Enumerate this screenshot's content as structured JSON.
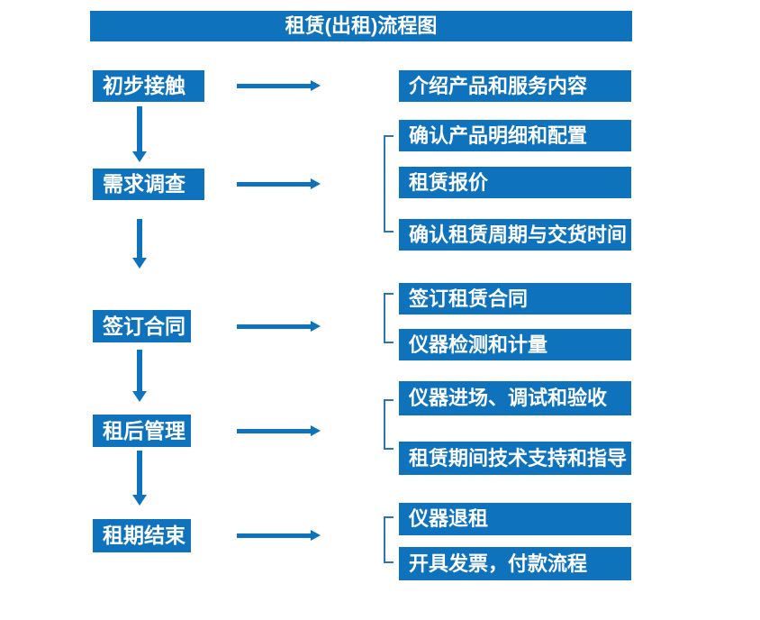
{
  "title": "租赁(出租)流程图",
  "colors": {
    "box_blue": "#0E72BC",
    "bracket_blue": "#2E75B6",
    "text_white": "#FFFFFF",
    "background": "#FFFFFF"
  },
  "flow": {
    "stages": [
      {
        "label": "初步接触",
        "details": [
          "介绍产品和服务内容"
        ]
      },
      {
        "label": "需求调查",
        "details": [
          "确认产品明细和配置",
          "租赁报价",
          "确认租赁周期与交货时间"
        ]
      },
      {
        "label": "签订合同",
        "details": [
          "签订租赁合同",
          "仪器检测和计量"
        ]
      },
      {
        "label": "租后管理",
        "details": [
          "仪器进场、调试和验收",
          "租赁期间技术支持和指导"
        ]
      },
      {
        "label": "租期结束",
        "details": [
          "仪器退租",
          "开具发票，付款流程"
        ]
      }
    ]
  }
}
